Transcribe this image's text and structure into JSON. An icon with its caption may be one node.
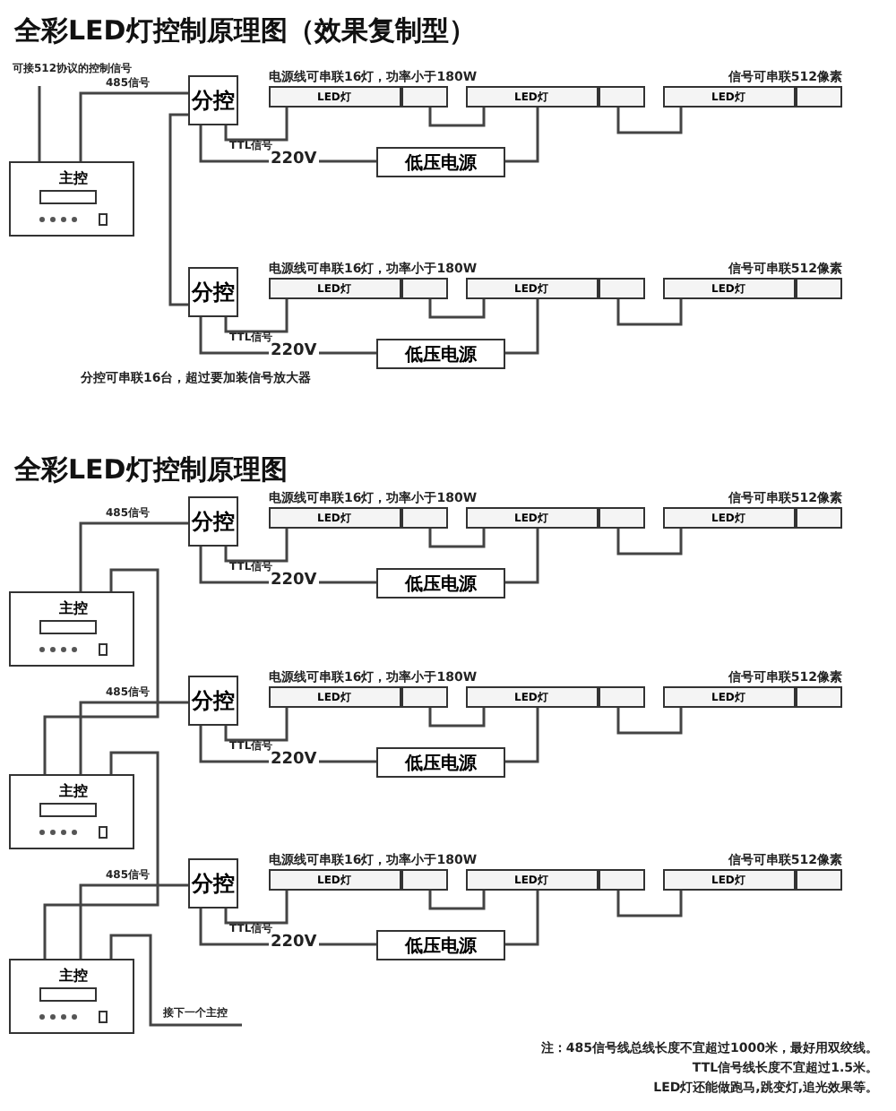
{
  "diagram": {
    "title": "全彩LED灯控制原理图（效果复制型）",
    "nodes": [
      {
        "text": [
          "主控"
        ]
      },
      {
        "text": [
          "分控"
        ]
      },
      {
        "text": [
          "低压电源"
        ]
      },
      {
        "text": [
          "LED灯"
        ]
      },
      {
        "text": [
          "LED灯"
        ]
      },
      {
        "text": [
          "LED灯"
        ]
      },
      {
        "text": [
          "分控"
        ]
      },
      {
        "text": [
          "低压电源"
        ]
      },
      {
        "text": [
          "LED灯"
        ]
      },
      {
        "text": [
          "LED灯"
        ]
      },
      {
        "text": [
          "LED灯"
        ]
      },
      {
        "text": [
          "主控"
        ]
      },
      {
        "text": [
          "主控"
        ]
      },
      {
        "text": [
          "主控"
        ]
      },
      {
        "text": [
          "分控"
        ]
      },
      {
        "text": [
          "低压电源"
        ]
      },
      {
        "text": [
          "LED灯"
        ]
      },
      {
        "text": [
          "LED灯"
        ]
      },
      {
        "text": [
          "LED灯"
        ]
      },
      {
        "text": [
          "分控"
        ]
      },
      {
        "text": [
          "低压电源"
        ]
      },
      {
        "text": [
          "LED灯"
        ]
      },
      {
        "text": [
          "LED灯"
        ]
      },
      {
        "text": [
          "LED灯"
        ]
      },
      {
        "text": [
          "分控"
        ]
      },
      {
        "text": [
          "低压电源"
        ]
      },
      {
        "text": [
          "LED灯"
        ]
      },
      {
        "text": [
          "LED灯"
        ]
      },
      {
        "text": [
          "LED灯"
        ]
      }
    ],
    "edges": [
      {
        "from": null,
        "to": 0,
        "arrow": "none",
        "label": "可接512协议的控制信号"
      },
      {
        "from": 0,
        "to": 1,
        "arrow": "none",
        "label": "485信号"
      },
      {
        "from": 1,
        "to": 6,
        "arrow": "none"
      },
      {
        "from": 1,
        "to": 3,
        "arrow": "none",
        "label": "TTL信号"
      },
      {
        "from": 1,
        "to": 2,
        "arrow": "none",
        "label": "220V"
      },
      {
        "from": 2,
        "to": 4,
        "arrow": "none"
      },
      {
        "from": 3,
        "to": 4,
        "arrow": "none"
      },
      {
        "from": 4,
        "to": 5,
        "arrow": "none"
      },
      {
        "from": 6,
        "to": 8,
        "arrow": "none",
        "label": "TTL信号"
      },
      {
        "from": 6,
        "to": 7,
        "arrow": "none",
        "label": "220V"
      },
      {
        "from": 7,
        "to": 9,
        "arrow": "none"
      },
      {
        "from": 8,
        "to": 9,
        "arrow": "none"
      },
      {
        "from": 9,
        "to": 10,
        "arrow": "none"
      },
      {
        "from": 11,
        "to": 14,
        "arrow": "none",
        "label": "485信号"
      },
      {
        "from": 11,
        "to": 12,
        "arrow": "none"
      },
      {
        "from": 14,
        "to": 16,
        "arrow": "none",
        "label": "TTL信号"
      },
      {
        "from": 14,
        "to": 15,
        "arrow": "none",
        "label": "220V"
      },
      {
        "from": 15,
        "to": 17,
        "arrow": "none"
      },
      {
        "from": 16,
        "to": 17,
        "arrow": "none"
      },
      {
        "from": 17,
        "to": 18,
        "arrow": "none"
      },
      {
        "from": 12,
        "to": 19,
        "arrow": "none",
        "label": "485信号"
      },
      {
        "from": 12,
        "to": 13,
        "arrow": "none"
      },
      {
        "from": 19,
        "to": 21,
        "arrow": "none",
        "label": "TTL信号"
      },
      {
        "from": 19,
        "to": 20,
        "arrow": "none",
        "label": "220V"
      },
      {
        "from": 20,
        "to": 22,
        "arrow": "none"
      },
      {
        "from": 21,
        "to": 22,
        "arrow": "none"
      },
      {
        "from": 22,
        "to": 23,
        "arrow": "none"
      },
      {
        "from": 13,
        "to": 24,
        "arrow": "none",
        "label": "485信号"
      },
      {
        "from": 13,
        "to": null,
        "arrow": "none",
        "label": "接下一个主控"
      },
      {
        "from": 24,
        "to": 26,
        "arrow": "none",
        "label": "TTL信号"
      },
      {
        "from": 24,
        "to": 25,
        "arrow": "none",
        "label": "220V"
      },
      {
        "from": 25,
        "to": 27,
        "arrow": "none"
      },
      {
        "from": 26,
        "to": 27,
        "arrow": "none"
      },
      {
        "from": 27,
        "to": 28,
        "arrow": "none"
      }
    ],
    "labels": [
      "电源线可串联16灯，功率小于180W",
      "信号可串联512像素",
      "电源线可串联16灯，功率小于180W",
      "信号可串联512像素",
      "分控可串联16台，超过要加装信号放大器",
      "全彩LED灯控制原理图",
      "电源线可串联16灯，功率小于180W",
      "信号可串联512像素",
      "电源线可串联16灯，功率小于180W",
      "信号可串联512像素",
      "电源线可串联16灯，功率小于180W",
      "信号可串联512像素",
      "注：485信号线总线长度不宜超过1000米，最好用双绞线。",
      "TTL信号线长度不宜超过1.5米。",
      "LED灯还能做跑马,跳变灯,追光效果等。"
    ]
  }
}
